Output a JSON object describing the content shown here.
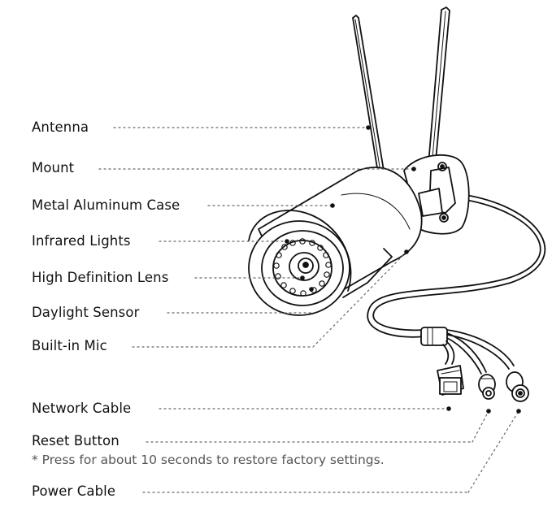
{
  "labels": {
    "antenna": "Antenna",
    "mount": "Mount",
    "case": "Metal Aluminum Case",
    "infrared": "Infrared Lights",
    "lens": "High Definition Lens",
    "daylight": "Daylight Sensor",
    "mic": "Built-in Mic",
    "network": "Network Cable",
    "reset": "Reset Button",
    "power": "Power Cable"
  },
  "note": "* Press for about 10 seconds to restore factory settings.",
  "colors": {
    "line": "#111111",
    "leader": "#666666",
    "note": "#555555"
  }
}
